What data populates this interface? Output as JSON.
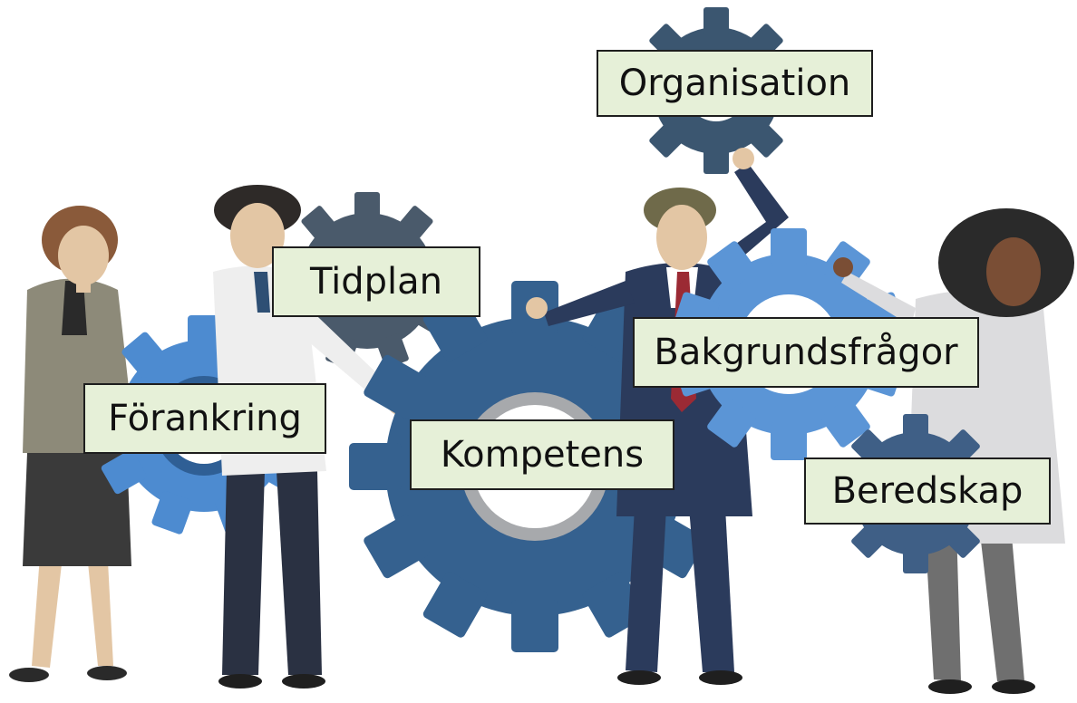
{
  "labels": {
    "organisation": "Organisation",
    "tidplan": "Tidplan",
    "bakgrundsfragor": "Bakgrundsfrågor",
    "forankring": "Förankring",
    "kompetens": "Kompetens",
    "beredskap": "Beredskap"
  },
  "colors": {
    "label_fill": "#e6f0d8",
    "label_border": "#1e1e1e",
    "gear_dark": "#3b5670",
    "gear_mid": "#35618f",
    "gear_light": "#5b95d6",
    "gear_slate": "#4a5a6b",
    "suit_navy": "#2b3b5c",
    "skin": "#e3c6a4"
  },
  "icons": [
    "gear-icon",
    "person-figure"
  ]
}
